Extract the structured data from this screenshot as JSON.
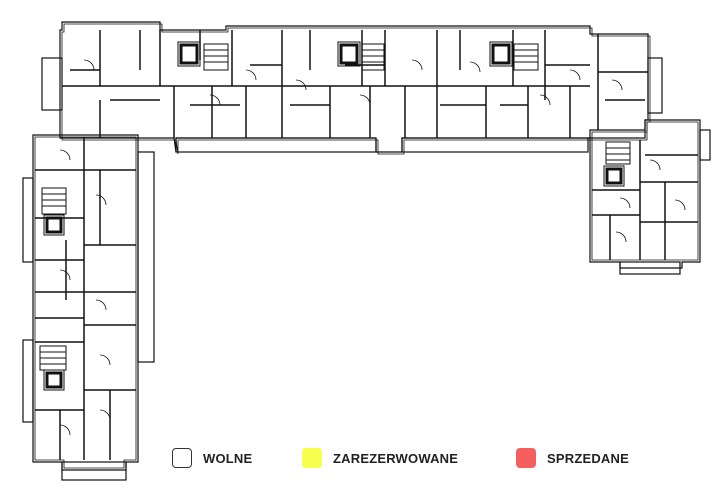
{
  "floor_plan": {
    "line_color": "#111111",
    "background": "#ffffff"
  },
  "legend": {
    "items": [
      {
        "id": "free",
        "label": "WOLNE",
        "fill": "#ffffff",
        "border": "#333333"
      },
      {
        "id": "reserved",
        "label": "ZAREZERWOWANE",
        "fill": "#f8ff4c",
        "border": "#f8ff4c"
      },
      {
        "id": "sold",
        "label": "SPRZEDANE",
        "fill": "#f65f5f",
        "border": "#f65f5f"
      }
    ]
  }
}
